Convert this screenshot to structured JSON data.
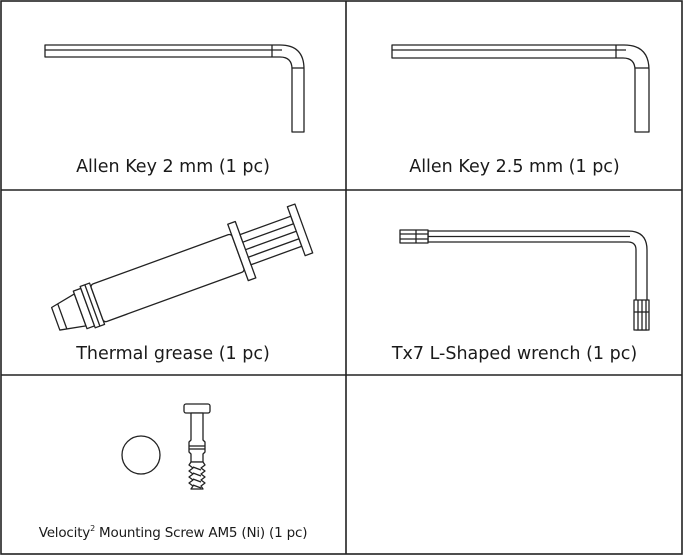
{
  "items": [
    {
      "label": "Allen Key 2 mm  (1 pc)",
      "icon": "allen-key-icon"
    },
    {
      "label": "Allen Key 2.5 mm  (1 pc)",
      "icon": "allen-key-icon"
    },
    {
      "label": "Thermal grease  (1 pc)",
      "icon": "syringe-icon"
    },
    {
      "label": "Tx7 L-Shaped wrench (1 pc)",
      "icon": "torx-wrench-icon"
    },
    {
      "label_main": "Velocity",
      "label_sup": "2",
      "label_rest": " Mounting Screw AM5 (Ni) (1 pc)",
      "icon": "mounting-screw-icon"
    }
  ]
}
